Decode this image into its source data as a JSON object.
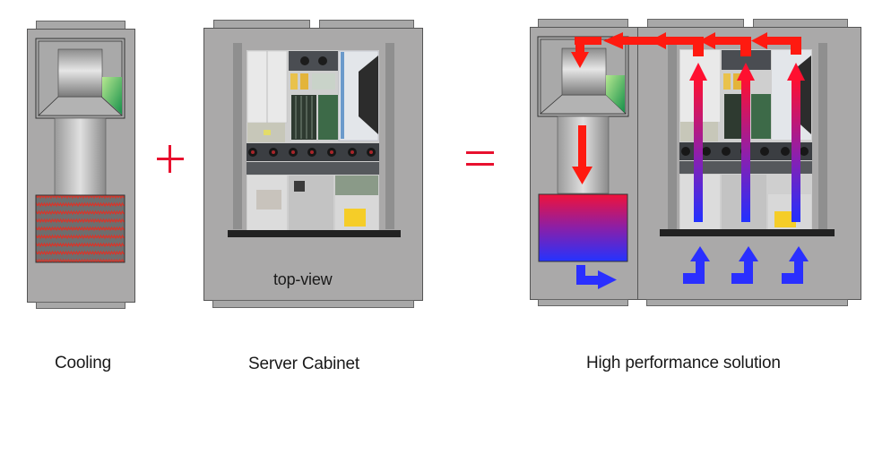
{
  "diagram": {
    "operators": {
      "plus": "+",
      "equals": "="
    },
    "colors": {
      "cabinet_gray": "#aaa9a9",
      "operator_red": "#e8102e",
      "hot_red": "#ff1a10",
      "cool_blue": "#2a2fff",
      "fan_green": "#2fa84a",
      "coil_red": "#d8352a",
      "plate_black": "#222222"
    },
    "panels": [
      {
        "id": "cooling",
        "caption": "Cooling"
      },
      {
        "id": "server-cabinet",
        "caption": "Server Cabinet",
        "inner_label": "top-view"
      },
      {
        "id": "solution",
        "caption": "High performance solution"
      }
    ],
    "airflow": {
      "hot_air_direction": "up-then-left",
      "cool_air_direction": "down-then-right",
      "rack_columns": 3
    }
  }
}
